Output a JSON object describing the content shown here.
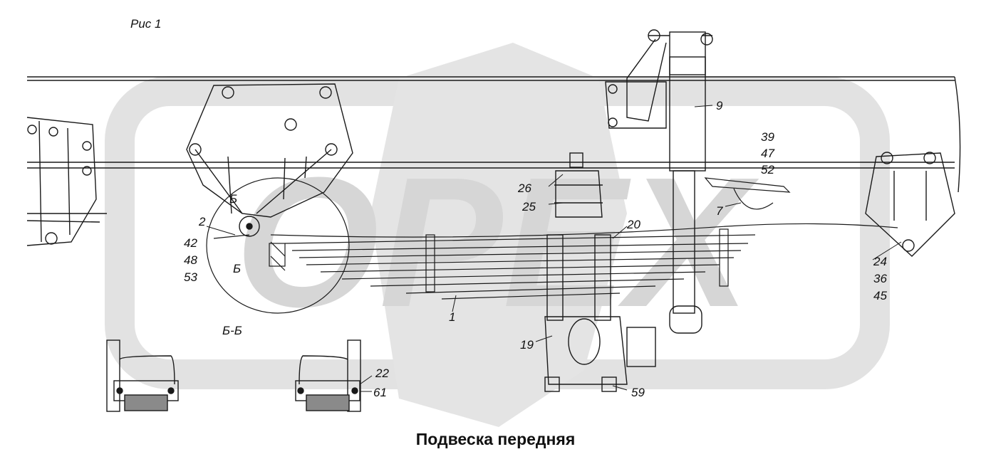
{
  "figure_label": "Рис 1",
  "title": "Подвеска передняя",
  "section_label": "Б-Б",
  "section_marks": [
    "Б",
    "Б"
  ],
  "callouts": [
    "2",
    "42",
    "48",
    "53",
    "26",
    "25",
    "20",
    "9",
    "39",
    "47",
    "52",
    "7",
    "1",
    "19",
    "59",
    "24",
    "36",
    "45",
    "22",
    "61"
  ],
  "watermark": "OPEX",
  "colors": {
    "line": "#1a1a1a",
    "watermark": "#d9d9d9",
    "watermark_light": "#e9e9e9"
  }
}
